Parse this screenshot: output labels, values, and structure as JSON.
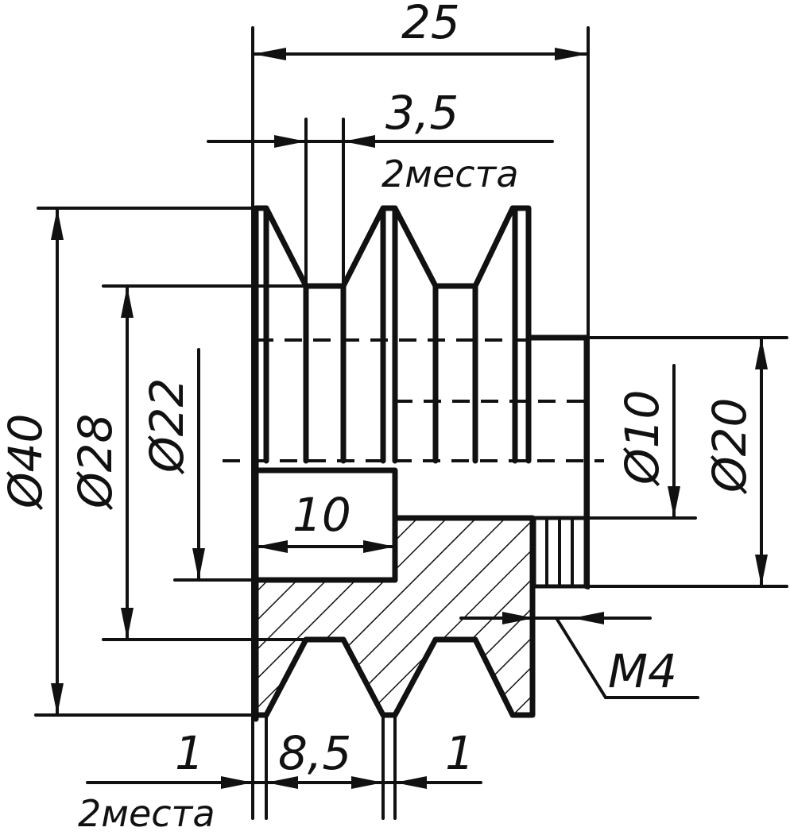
{
  "dimensions": {
    "overall_width": "25",
    "groove_width": "3,5",
    "groove_note_top": "2места",
    "dia_outer": "Ø40",
    "dia_28": "Ø28",
    "dia_22": "Ø22",
    "bore_depth": "10",
    "dia_10": "Ø10",
    "dia_20": "Ø20",
    "thread": "M4",
    "rim_left": "1",
    "pitch": "8,5",
    "rim_right": "1",
    "groove_note_bottom": "2места"
  }
}
